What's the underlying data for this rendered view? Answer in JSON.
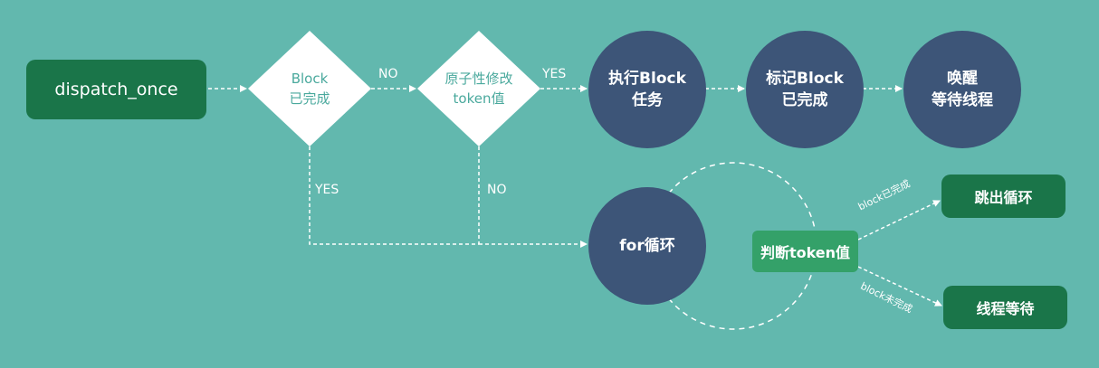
{
  "nodes": {
    "dispatch": "dispatch_once",
    "block_done": {
      "line1": "Block",
      "line2": "已完成"
    },
    "atomic": {
      "line1": "原子性修改",
      "line2": "token值"
    },
    "exec": {
      "line1": "执行Block",
      "line2": "任务"
    },
    "mark": {
      "line1": "标记Block",
      "line2": "已完成"
    },
    "wake": {
      "line1": "唤醒",
      "line2": "等待线程"
    },
    "loop": "for循环",
    "check": "判断token值",
    "exit": "跳出循环",
    "wait": "线程等待"
  },
  "edges": {
    "no1": "NO",
    "yes1": "YES",
    "yes_down": "YES",
    "no_down": "NO",
    "done": "block已完成",
    "not_done": "block未完成"
  },
  "colors": {
    "background": "#62b8ae",
    "dark_green": "#1a7549",
    "light_green": "#34a169",
    "circle": "#3d5578",
    "diamond": "#ffffff",
    "diamond_text": "#4aa99d"
  }
}
